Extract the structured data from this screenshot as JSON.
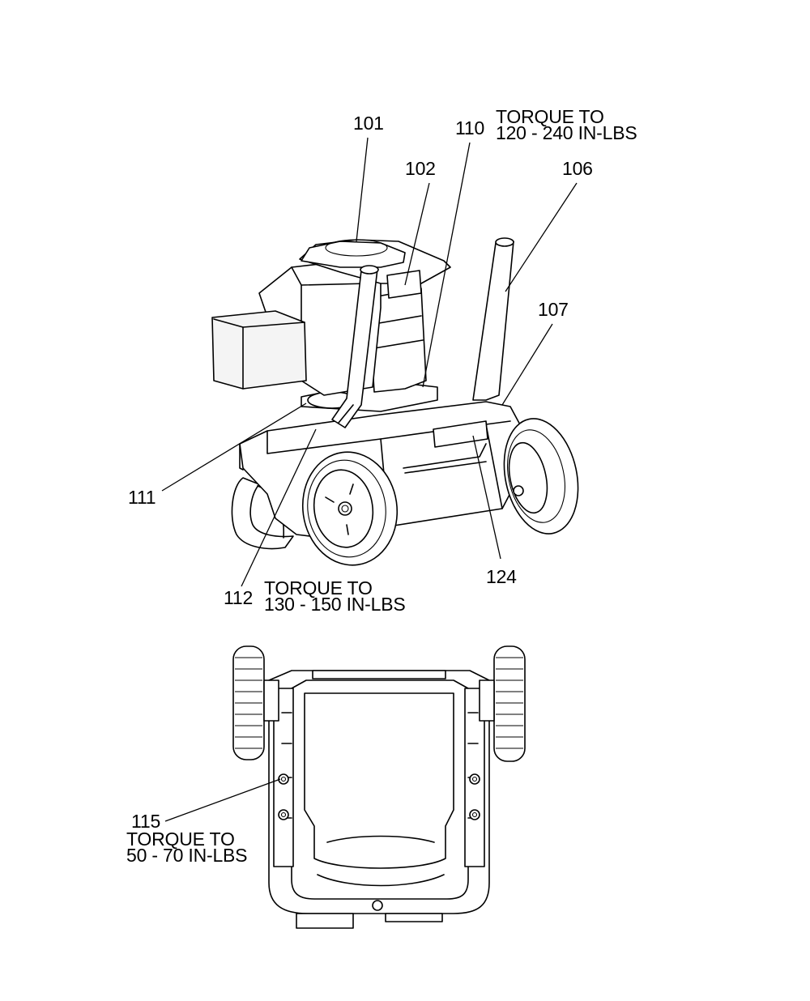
{
  "callouts": {
    "p101": "101",
    "p102": "102",
    "p110": "110",
    "p106": "106",
    "p107": "107",
    "p111": "111",
    "p112": "112",
    "p124": "124",
    "p115": "115"
  },
  "torque_notes": {
    "top": {
      "line1": "TORQUE TO",
      "line2": "120 - 240 IN-LBS"
    },
    "middle": {
      "line1": "TORQUE TO",
      "line2": "130 - 150 IN-LBS"
    },
    "bottom": {
      "line1": "TORQUE TO",
      "line2": "50 - 70 IN-LBS"
    }
  }
}
